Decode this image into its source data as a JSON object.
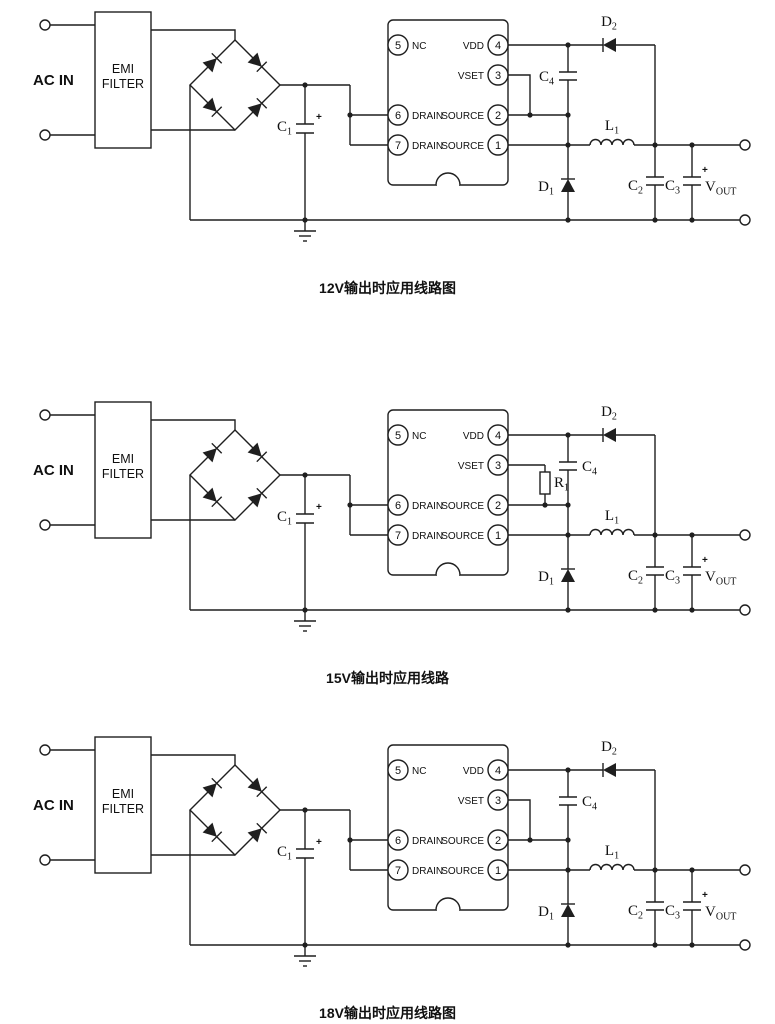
{
  "diagram": {
    "labels": {
      "ac_in": "AC IN",
      "emi": "EMI",
      "filter": "FILTER",
      "plus": "+",
      "vout_base": "V",
      "vout_sub": "OUT"
    },
    "ic": {
      "pin_numbers": {
        "p1": "1",
        "p2": "2",
        "p3": "3",
        "p4": "4",
        "p5": "5",
        "p6": "6",
        "p7": "7"
      },
      "pin_names": {
        "nc": "NC",
        "drain": "DRAIN",
        "vdd": "VDD",
        "vset": "VSET",
        "source": "SOURCE"
      }
    },
    "components": {
      "c1": {
        "base": "C",
        "sub": "1"
      },
      "c2": {
        "base": "C",
        "sub": "2"
      },
      "c3": {
        "base": "C",
        "sub": "3"
      },
      "c4": {
        "base": "C",
        "sub": "4"
      },
      "d1": {
        "base": "D",
        "sub": "1"
      },
      "d2": {
        "base": "D",
        "sub": "2"
      },
      "l1": {
        "base": "L",
        "sub": "1"
      },
      "r1": {
        "base": "R",
        "sub": "1"
      }
    },
    "circuits": [
      {
        "caption": "12V输出时应用线路图"
      },
      {
        "caption": "15V输出时应用线路"
      },
      {
        "caption": "18V输出时应用线路图"
      }
    ],
    "colors": {
      "line": "#1f1f1f",
      "background": "#ffffff"
    }
  }
}
